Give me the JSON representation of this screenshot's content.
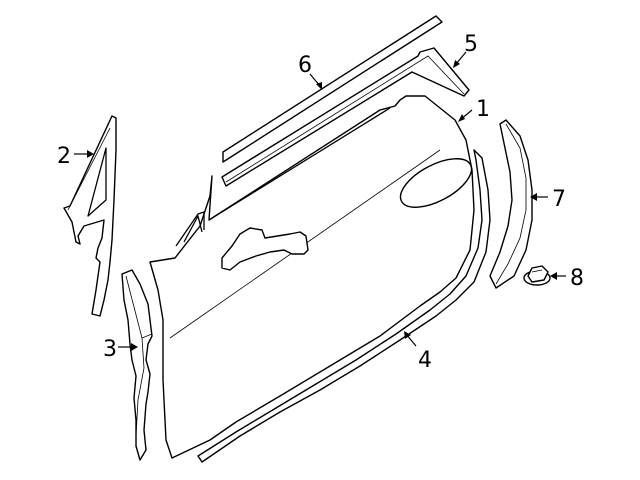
{
  "diagram": {
    "type": "exploded parts diagram",
    "subject": "door assembly and weatherstrips",
    "colors": {
      "line": "#000000",
      "background": "#ffffff"
    },
    "callouts": [
      {
        "id": "1",
        "label": "1",
        "target": "door-shell"
      },
      {
        "id": "2",
        "label": "2",
        "target": "front-window-frame-seal"
      },
      {
        "id": "3",
        "label": "3",
        "target": "front-pillar-seal"
      },
      {
        "id": "4",
        "label": "4",
        "target": "lower-door-weatherstrip"
      },
      {
        "id": "5",
        "label": "5",
        "target": "upper-belt-molding-bracket"
      },
      {
        "id": "6",
        "label": "6",
        "target": "belt-molding-strip"
      },
      {
        "id": "7",
        "label": "7",
        "target": "rear-edge-seal"
      },
      {
        "id": "8",
        "label": "8",
        "target": "clip"
      }
    ]
  }
}
